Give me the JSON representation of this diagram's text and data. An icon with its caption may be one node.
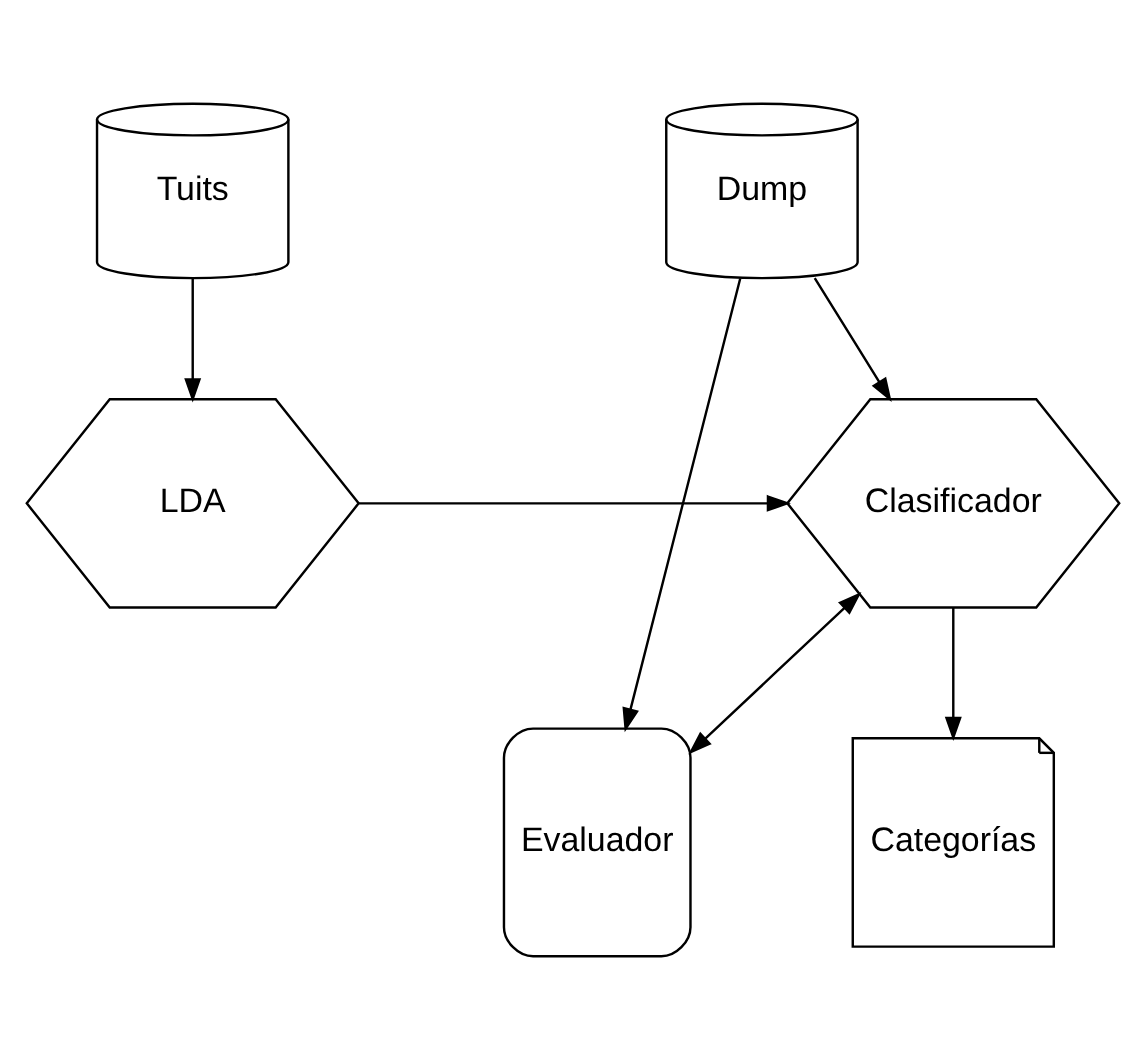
{
  "diagram": {
    "nodes": [
      {
        "text": [
          "Tuits"
        ]
      },
      {
        "text": [
          "Dump"
        ]
      },
      {
        "text": [
          "Evaluador"
        ]
      },
      {
        "text": [
          "LDA"
        ]
      },
      {
        "text": [
          "Clasificador"
        ]
      },
      {
        "text": [
          "Categorías"
        ]
      }
    ],
    "edges": [
      {
        "from": 0,
        "to": 3,
        "arrow": "to"
      },
      {
        "from": 1,
        "to": 4,
        "arrow": "to"
      },
      {
        "from": 1,
        "to": 2,
        "arrow": "to"
      },
      {
        "from": 3,
        "to": 4,
        "arrow": "to"
      },
      {
        "from": 4,
        "to": 2,
        "arrow": "both"
      },
      {
        "from": 4,
        "to": 5,
        "arrow": "to"
      }
    ]
  }
}
